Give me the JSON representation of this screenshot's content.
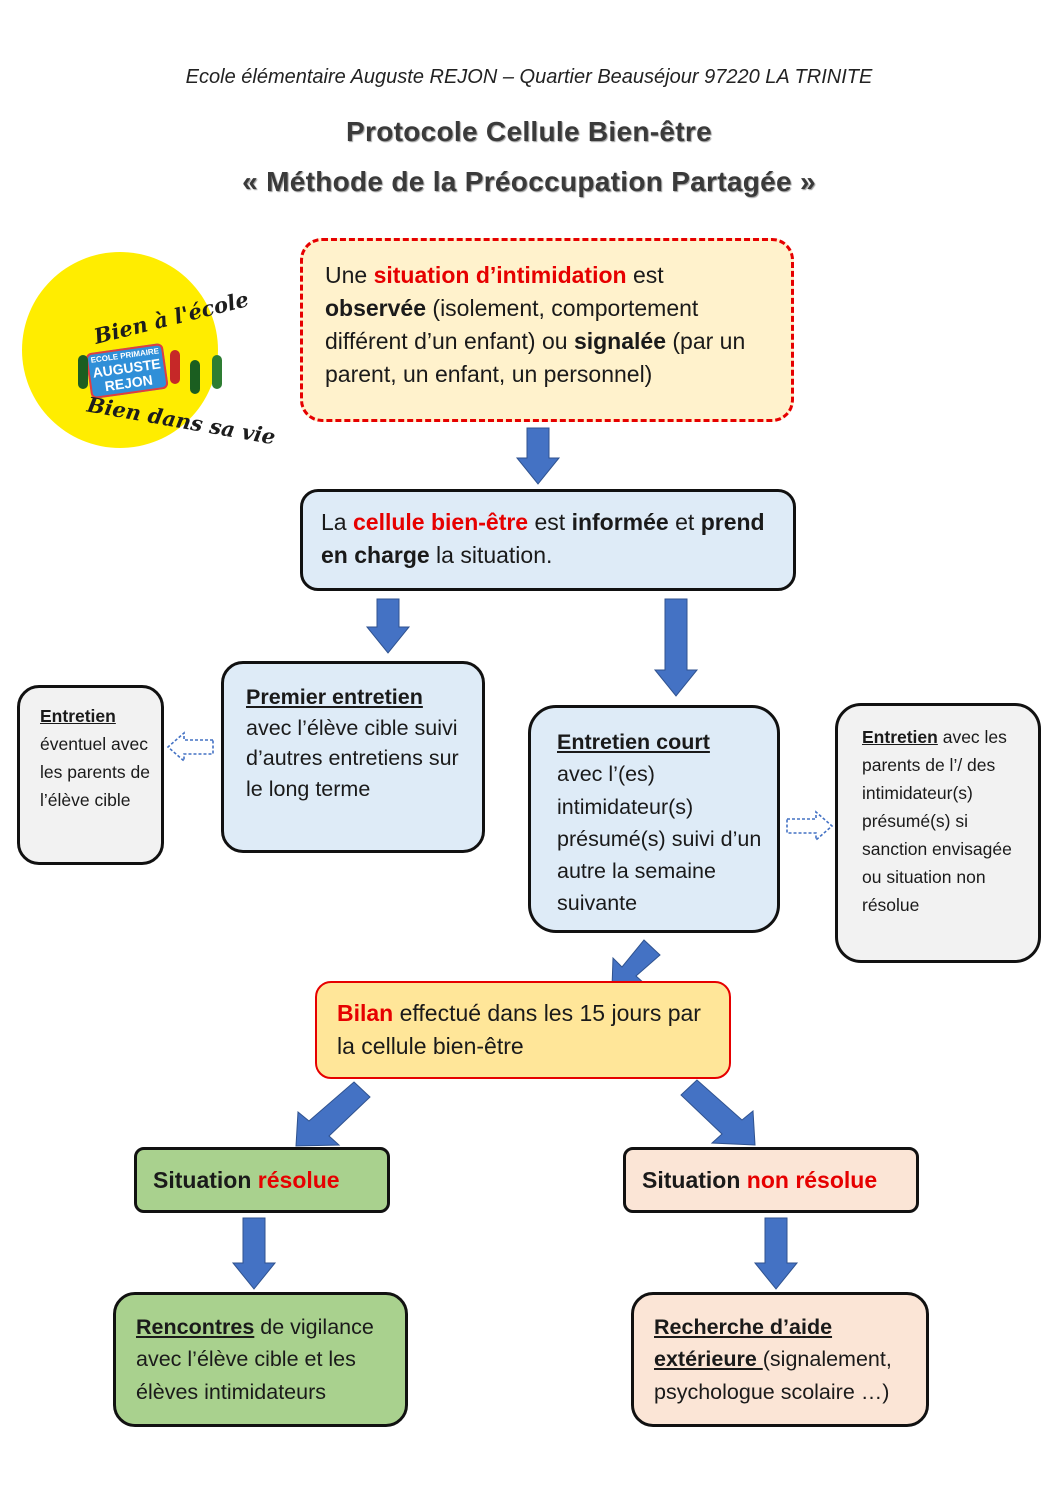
{
  "header": {
    "school_line": "Ecole élémentaire Auguste REJON – Quartier Beauséjour 97220 LA TRINITE",
    "title_line1": "Protocole Cellule Bien-être",
    "title_line2": "« Méthode de la Préoccupation Partagée »"
  },
  "logo": {
    "text_top": "Bien à l'école",
    "text_bottom": "Bien dans sa vie",
    "badge_line1": "ECOLE PRIMAIRE",
    "badge_line2": "AUGUSTE",
    "badge_line3": "REJON"
  },
  "nodes": {
    "observation": {
      "t1": "Une ",
      "t2": "situation d’intimidation",
      "t3": " est ",
      "t4": "observée",
      "t5": " (isolement, comportement différent d’un enfant) ou ",
      "t6": "signalée",
      "t7": " (par un parent, un enfant, un personnel)"
    },
    "cellule": {
      "t1": "La  ",
      "t2": "cellule bien-être",
      "t3": " est ",
      "t4": "informée",
      "t5": " et ",
      "t6": "prend en charge",
      "t7": " la situation."
    },
    "premier_entretien": {
      "title": "Premier entretien",
      "body": "avec l’élève cible suivi d’autres entretiens sur le long terme"
    },
    "entretien_parents_cible": {
      "title": "Entretien",
      "body": "éventuel avec les parents de l’élève cible"
    },
    "entretien_court": {
      "title": "Entretien court",
      "body": "avec l’(es) intimidateur(s) présumé(s) suivi d’un autre la semaine suivante"
    },
    "entretien_parents_intimidateurs": {
      "title": "Entretien",
      "body": " avec les parents de l’/ des intimidateur(s) présumé(s) si sanction envisagée ou situation non résolue"
    },
    "bilan": {
      "t1": "Bilan",
      "t2": " effectué dans les 15 jours par la cellule bien-être"
    },
    "resolue": {
      "t1": "Situation ",
      "t2": "résolue"
    },
    "non_resolue": {
      "t1": "Situation ",
      "t2": "non  résolue"
    },
    "rencontres": {
      "title": "Rencontres",
      "body": " de vigilance avec l’élève cible et les élèves intimidateurs"
    },
    "recherche": {
      "title1": "Recherche d’aide",
      "title2": "extérieure ",
      "body": "(signalement, psychologue scolaire …)"
    }
  },
  "colors": {
    "arrow": "#4472c4",
    "red_text": "#e60000",
    "yellow_box": "#fff2cc",
    "blue_box": "#deebf7",
    "grey_box": "#f2f2f2",
    "bilan_box": "#ffe699",
    "green_box": "#a9d18e",
    "peach_box": "#fbe5d6",
    "logo_yellow": "#ffed00"
  }
}
